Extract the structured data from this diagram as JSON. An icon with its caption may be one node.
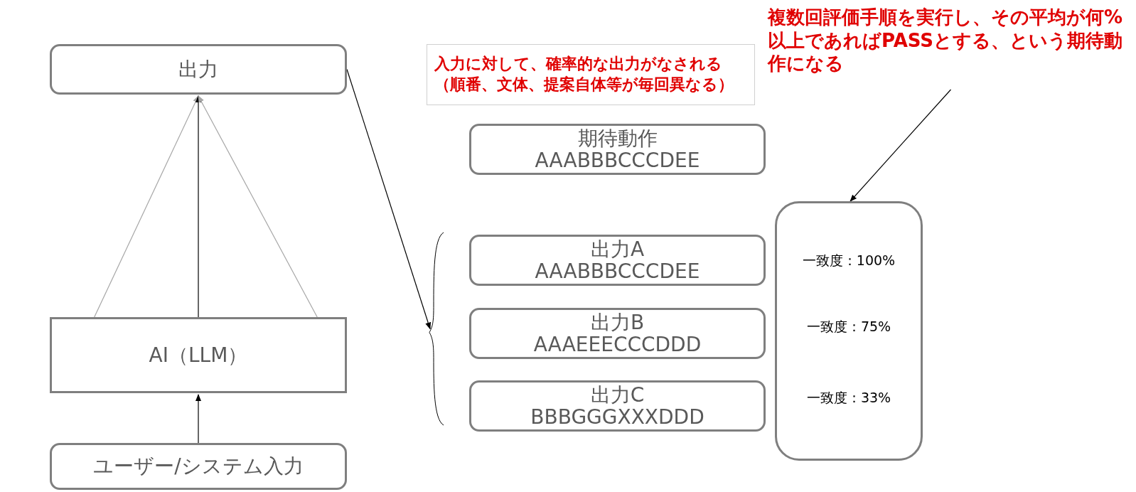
{
  "diagram": {
    "nodes": [
      {
        "text": [
          "出力"
        ]
      },
      {
        "text": [
          "入力に対して、確率的な出力がなされる",
          "（順番、文体、提案自体等が毎回異なる）"
        ]
      },
      {
        "text": [
          "AI（LLM）"
        ]
      },
      {
        "text": [
          "ユーザー/システム入力"
        ]
      },
      {
        "text": [
          "期待動作",
          "AAABBBCCCDEE"
        ]
      },
      {
        "text": [
          "出力A",
          "AAABBBCCCDEE"
        ]
      },
      {
        "text": [
          "出力B",
          "AAAEEECCCDDD"
        ]
      },
      {
        "text": [
          "出力C",
          "BBBGGGXXXDDD"
        ]
      },
      {
        "text": [
          "一致度：100%",
          "一致度：75%",
          "一致度：33%"
        ]
      },
      {
        "text": [
          "複数回評価手順を実行し、その平均が何%以上であればPASSとする、という期待動作になる"
        ]
      },
      {
        "text": [],
        "shape": "brace"
      }
    ],
    "edges": [
      {
        "from": 3,
        "to": 2,
        "arrow": "to"
      },
      {
        "from": 2,
        "to": 0,
        "arrow": "to",
        "color": "#a6a6a6"
      },
      {
        "from": 2,
        "to": 0,
        "arrow": "to"
      },
      {
        "from": 2,
        "to": 0,
        "arrow": "to",
        "color": "#a6a6a6"
      },
      {
        "from": 0,
        "to": 10,
        "arrow": "to"
      },
      {
        "from": 9,
        "to": 8,
        "arrow": "to"
      }
    ]
  }
}
